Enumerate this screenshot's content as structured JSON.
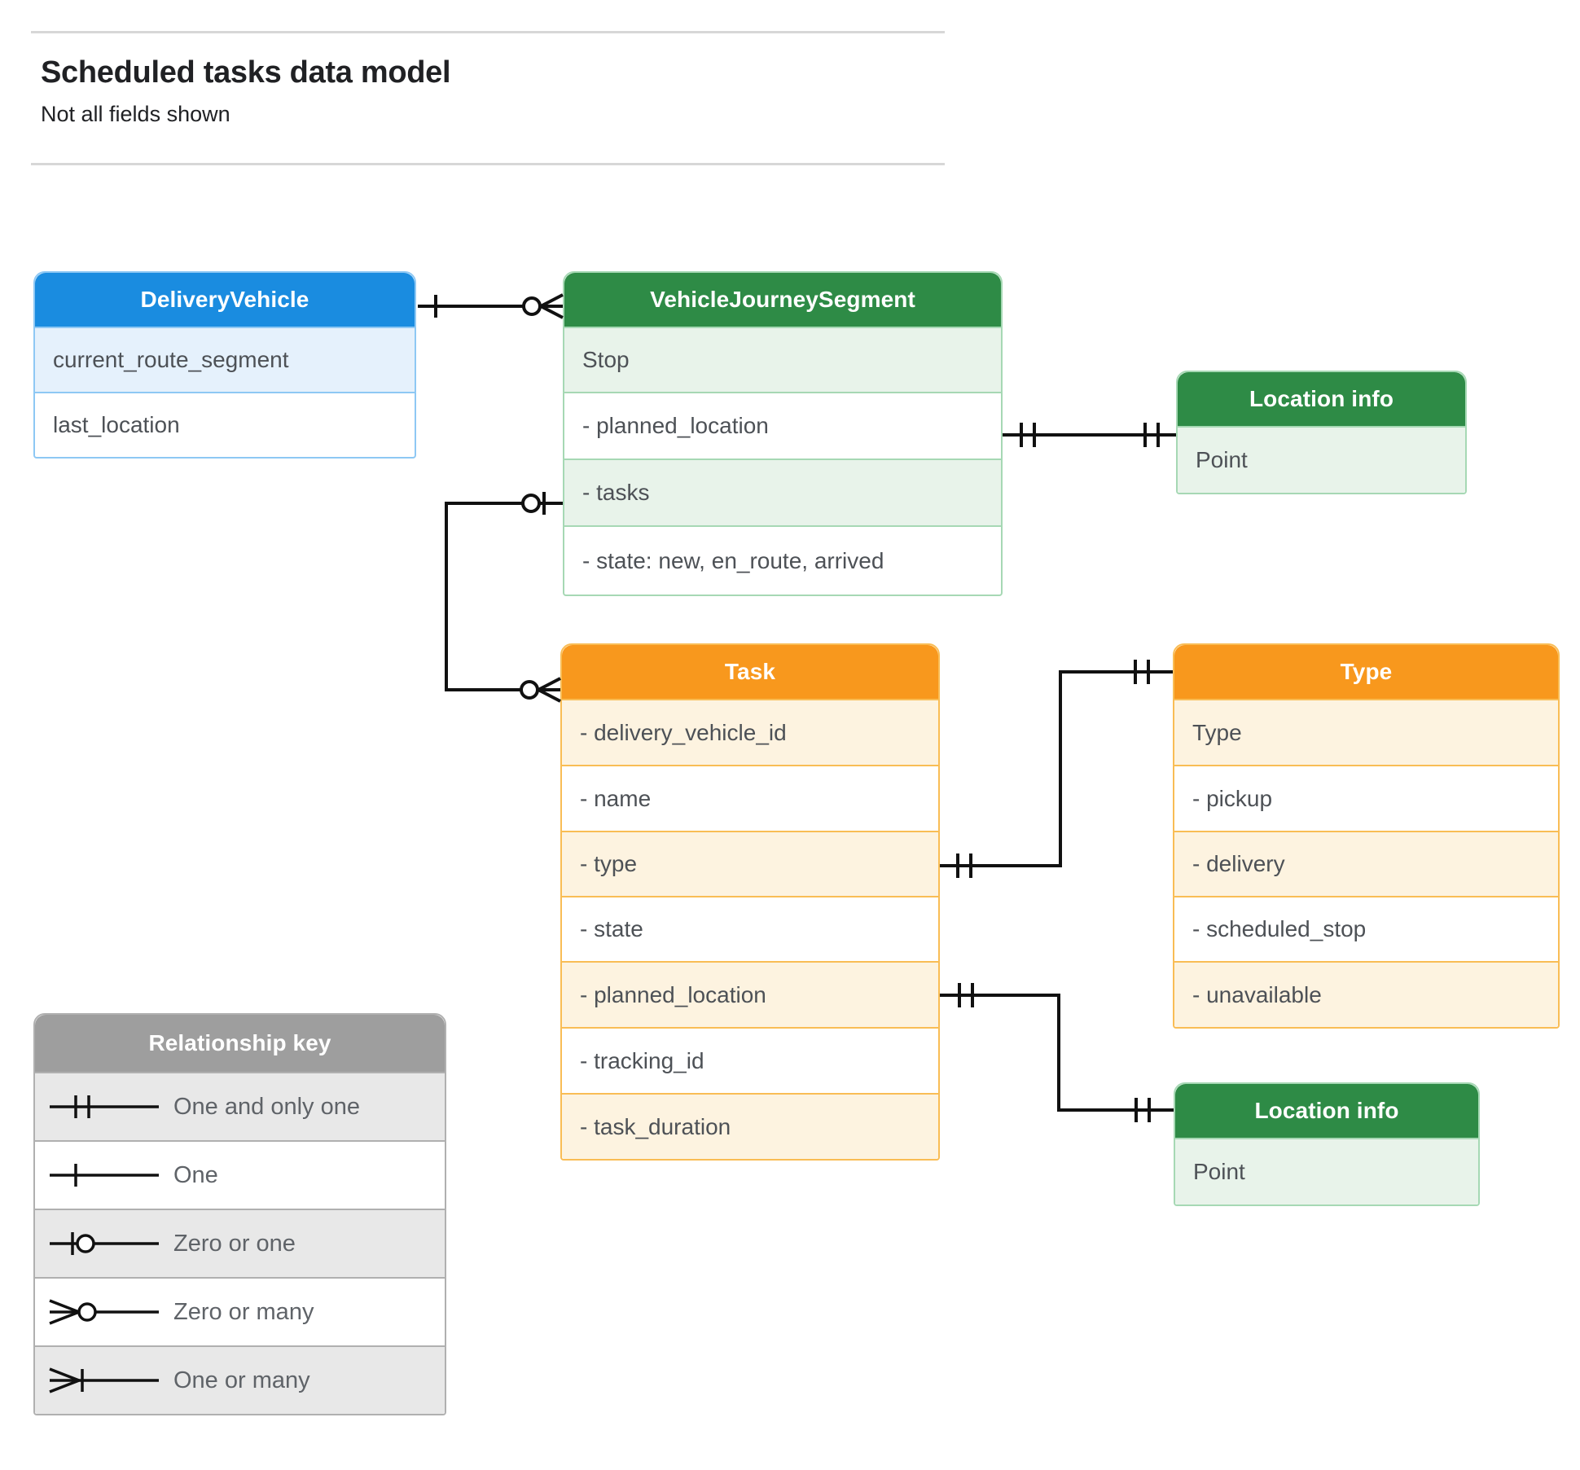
{
  "header": {
    "title": "Scheduled tasks data model",
    "subtitle": "Not all fields shown"
  },
  "entities": {
    "delivery_vehicle": {
      "title": "DeliveryVehicle",
      "color": "#1a8ce0",
      "rows": [
        "current_route_segment",
        "last_location"
      ]
    },
    "vehicle_journey_segment": {
      "title": "VehicleJourneySegment",
      "color": "#2e8b46",
      "rows": [
        "Stop",
        "-  planned_location",
        "- tasks",
        "- state: new, en_route, arrived"
      ]
    },
    "location_info_top": {
      "title": "Location info",
      "color": "#2e8b46",
      "rows": [
        "Point"
      ]
    },
    "location_info_bottom": {
      "title": "Location info",
      "color": "#2e8b46",
      "rows": [
        "Point"
      ]
    },
    "task": {
      "title": "Task",
      "color": "#f8981d",
      "rows": [
        "- delivery_vehicle_id",
        "- name",
        "- type",
        "- state",
        "- planned_location",
        "- tracking_id",
        "- task_duration"
      ]
    },
    "type": {
      "title": "Type",
      "color": "#f8981d",
      "rows": [
        "Type",
        "-   pickup",
        "-   delivery",
        "-   scheduled_stop",
        "-   unavailable"
      ]
    }
  },
  "legend": {
    "title": "Relationship key",
    "items": [
      {
        "symbol": "one-and-only-one-icon",
        "label": "One and only one"
      },
      {
        "symbol": "one-icon",
        "label": "One"
      },
      {
        "symbol": "zero-or-one-icon",
        "label": "Zero or one"
      },
      {
        "symbol": "zero-or-many-icon",
        "label": "Zero or many"
      },
      {
        "symbol": "one-or-many-icon",
        "label": "One or many"
      }
    ]
  },
  "relationships": [
    {
      "from": "DeliveryVehicle",
      "to": "VehicleJourneySegment",
      "from_card": "One",
      "to_card": "Zero or many"
    },
    {
      "from": "VehicleJourneySegment.- tasks",
      "to": "Task",
      "from_card": "Zero or one",
      "to_card": "Zero or many"
    },
    {
      "from": "VehicleJourneySegment.-  planned_location",
      "to": "Location info",
      "from_card": "One and only one",
      "to_card": "One and only one"
    },
    {
      "from": "Task.- type",
      "to": "Type",
      "from_card": "One and only one",
      "to_card": "One and only one"
    },
    {
      "from": "Task.- planned_location",
      "to": "Location info",
      "from_card": "One and only one",
      "to_card": "One and only one"
    }
  ]
}
